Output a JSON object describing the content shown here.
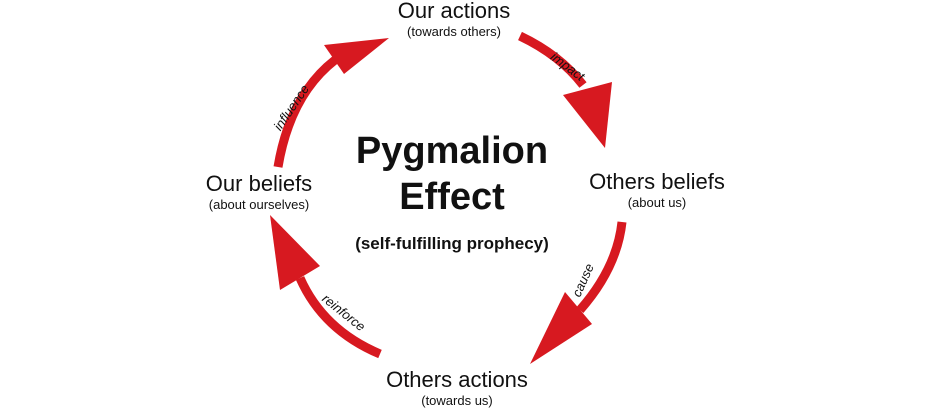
{
  "colors": {
    "arrow": "#d71920",
    "text": "#111111",
    "background": "#ffffff"
  },
  "center": {
    "title_line1": "Pygmalion",
    "title_line2": "Effect",
    "subtitle": "(self-fulfilling prophecy)"
  },
  "nodes": {
    "our_actions": {
      "label": "Our actions",
      "sub": "(towards others)"
    },
    "others_beliefs": {
      "label": "Others beliefs",
      "sub": "(about us)"
    },
    "others_actions": {
      "label": "Others actions",
      "sub": "(towards us)"
    },
    "our_beliefs": {
      "label": "Our beliefs",
      "sub": "(about ourselves)"
    }
  },
  "edges": {
    "impact": "impact",
    "cause": "cause",
    "reinforce": "reinforce",
    "influence": "influence"
  }
}
